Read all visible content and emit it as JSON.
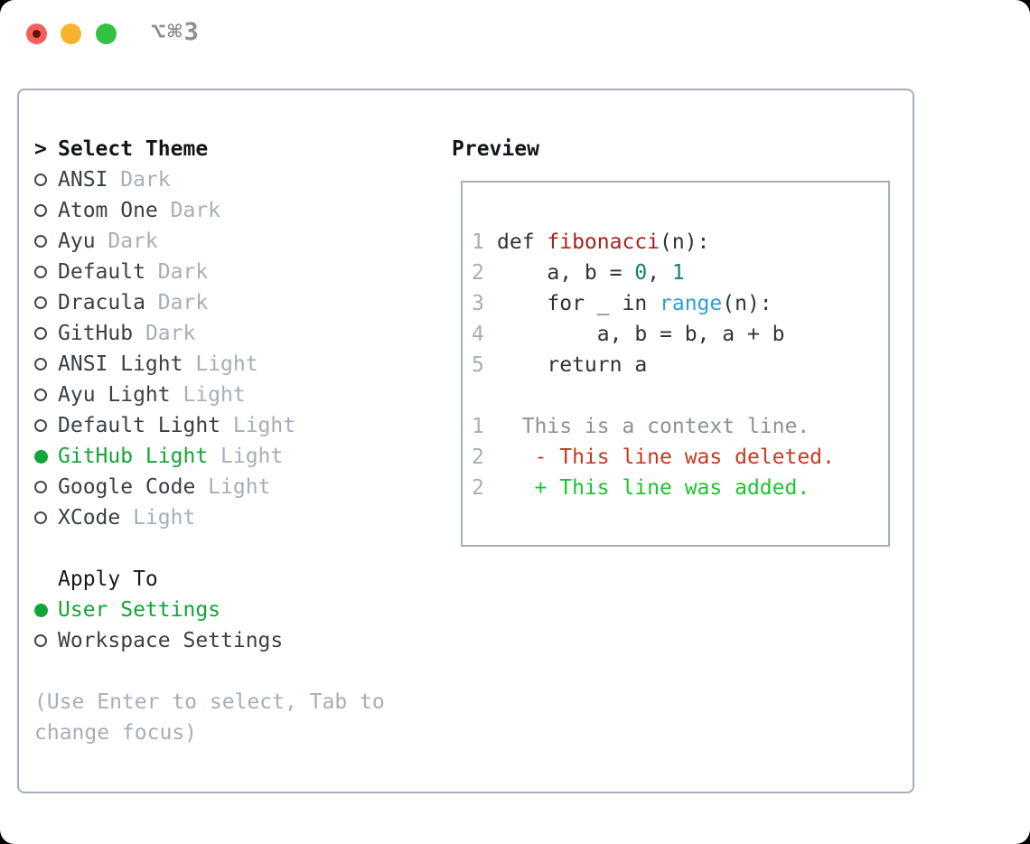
{
  "window": {
    "title": "⌥⌘3"
  },
  "colors": {
    "selected_green": "#13a437",
    "added_green": "#1dc32e",
    "deleted_red": "#c33a24",
    "function_red": "#a5231c",
    "number_teal": "#0f7f78",
    "builtin_blue": "#2d9fd8",
    "code_default": "#2e3338",
    "muted_gray": "#a5aeb8",
    "border_gray": "#a6aeb9",
    "traffic_red": "#f2605a",
    "traffic_yellow": "#f6b42c",
    "traffic_green": "#33c144"
  },
  "picker": {
    "prompt": ">",
    "title": "Select Theme",
    "themes": [
      {
        "name": "ANSI",
        "variant": "Dark",
        "selected": false
      },
      {
        "name": "Atom One",
        "variant": "Dark",
        "selected": false
      },
      {
        "name": "Ayu",
        "variant": "Dark",
        "selected": false
      },
      {
        "name": "Default",
        "variant": "Dark",
        "selected": false
      },
      {
        "name": "Dracula",
        "variant": "Dark",
        "selected": false
      },
      {
        "name": "GitHub",
        "variant": "Dark",
        "selected": false
      },
      {
        "name": "ANSI Light",
        "variant": "Light",
        "selected": false
      },
      {
        "name": "Ayu Light",
        "variant": "Light",
        "selected": false
      },
      {
        "name": "Default Light",
        "variant": "Light",
        "selected": false
      },
      {
        "name": "GitHub Light",
        "variant": "Light",
        "selected": true
      },
      {
        "name": "Google Code",
        "variant": "Light",
        "selected": false
      },
      {
        "name": "XCode",
        "variant": "Light",
        "selected": false
      }
    ],
    "apply_to": {
      "title": "Apply To",
      "options": [
        {
          "name": "User Settings",
          "selected": true
        },
        {
          "name": "Workspace Settings",
          "selected": false
        }
      ]
    },
    "hint_lines": [
      "(Use Enter to select, Tab to",
      "change focus)"
    ]
  },
  "preview": {
    "title": "Preview",
    "lines": [
      {
        "num": "1",
        "tokens": [
          {
            "t": "def ",
            "c": "code"
          },
          {
            "t": "fibonacci",
            "c": "func"
          },
          {
            "t": "(n):",
            "c": "code"
          }
        ]
      },
      {
        "num": "2",
        "tokens": [
          {
            "t": "    a, b = ",
            "c": "code"
          },
          {
            "t": "0",
            "c": "num"
          },
          {
            "t": ", ",
            "c": "code"
          },
          {
            "t": "1",
            "c": "num"
          }
        ]
      },
      {
        "num": "3",
        "tokens": [
          {
            "t": "    for _ in ",
            "c": "code"
          },
          {
            "t": "range",
            "c": "builtin"
          },
          {
            "t": "(n):",
            "c": "code"
          }
        ]
      },
      {
        "num": "4",
        "tokens": [
          {
            "t": "        a, b = b, a + b",
            "c": "code"
          }
        ]
      },
      {
        "num": "5",
        "tokens": [
          {
            "t": "    return a",
            "c": "code"
          }
        ]
      },
      {
        "num": "",
        "tokens": []
      },
      {
        "num": "1",
        "tokens": [
          {
            "t": "  This is a context line.",
            "c": "ctx"
          }
        ]
      },
      {
        "num": "2",
        "tokens": [
          {
            "t": "   - This line was deleted.",
            "c": "del"
          }
        ]
      },
      {
        "num": "2",
        "tokens": [
          {
            "t": "   + This line was added.",
            "c": "add"
          }
        ]
      }
    ]
  }
}
